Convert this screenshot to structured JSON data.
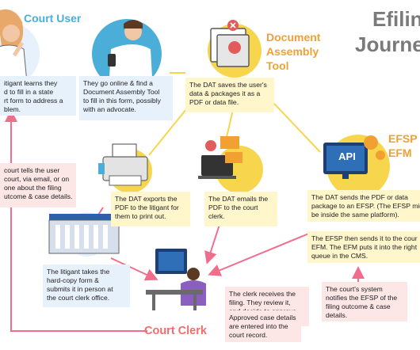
{
  "title": {
    "line1": "Efilin",
    "line2": "Journe"
  },
  "labels": {
    "court_user": "Court User",
    "dat": "Document\nAssembly\nTool",
    "efsp": "EFSP /\nEFM",
    "court_clerk": "Court Clerk"
  },
  "boxes": {
    "learns": "itigant learns they\nd to fill in a state\nrt form to address a\nblem.",
    "online": "They go online & find a\nDocument Assembly Tool\nto fill in this form, possibly\nwith an advocate.",
    "dat_saves": "The DAT saves the user's\ndata & packages it as a\nPDF or data file.",
    "tells": "court tells the user\ncourt, via email, or on\none about the filing\nutcome & case details.",
    "exports": "The DAT exports the\nPDF to the litigant for\nthem to print out.",
    "emails": "The DAT emails the\nPDF to the court\nclerk.",
    "sends": "The DAT sends the PDF or data\npackage to an EFSP. (The EFSP mig\nbe inside the same platform).",
    "efsp_sends": "The EFSP then sends it to the cour\nEFM. The EFM puts it into the right\nqueue in the CMS.",
    "takes": "The litigant takes the\nhard-copy form &\nsubmits it in person at\nthe court clerk office.",
    "receives": "The clerk receives the\nfiling. They review it,\nand decide to approve\nor reject.",
    "notifies": "The court's system\nnotifies the EFSP of the\nfiling outcome & case\ndetails.",
    "approved": "Approved case details\nare entered into the\ncourt record."
  },
  "icons": {
    "api_text": "API",
    "user_icon": "woman-thinking-icon",
    "phone_user_icon": "man-phone-icon",
    "dat_icon": "document-assembly-icon",
    "api_icon": "api-monitor-icon",
    "printer_icon": "printer-icon",
    "email_icon": "laptop-email-icon",
    "building_icon": "courthouse-icon",
    "clerk_icon": "clerk-desk-icon"
  },
  "colors": {
    "blue_accent": "#4aaed8",
    "orange_accent": "#f0a132",
    "red_accent": "#f06e6e",
    "yellow_box": "#fff6cc",
    "blue_box": "#e7f1fb",
    "pink_box": "#fde6e6"
  }
}
